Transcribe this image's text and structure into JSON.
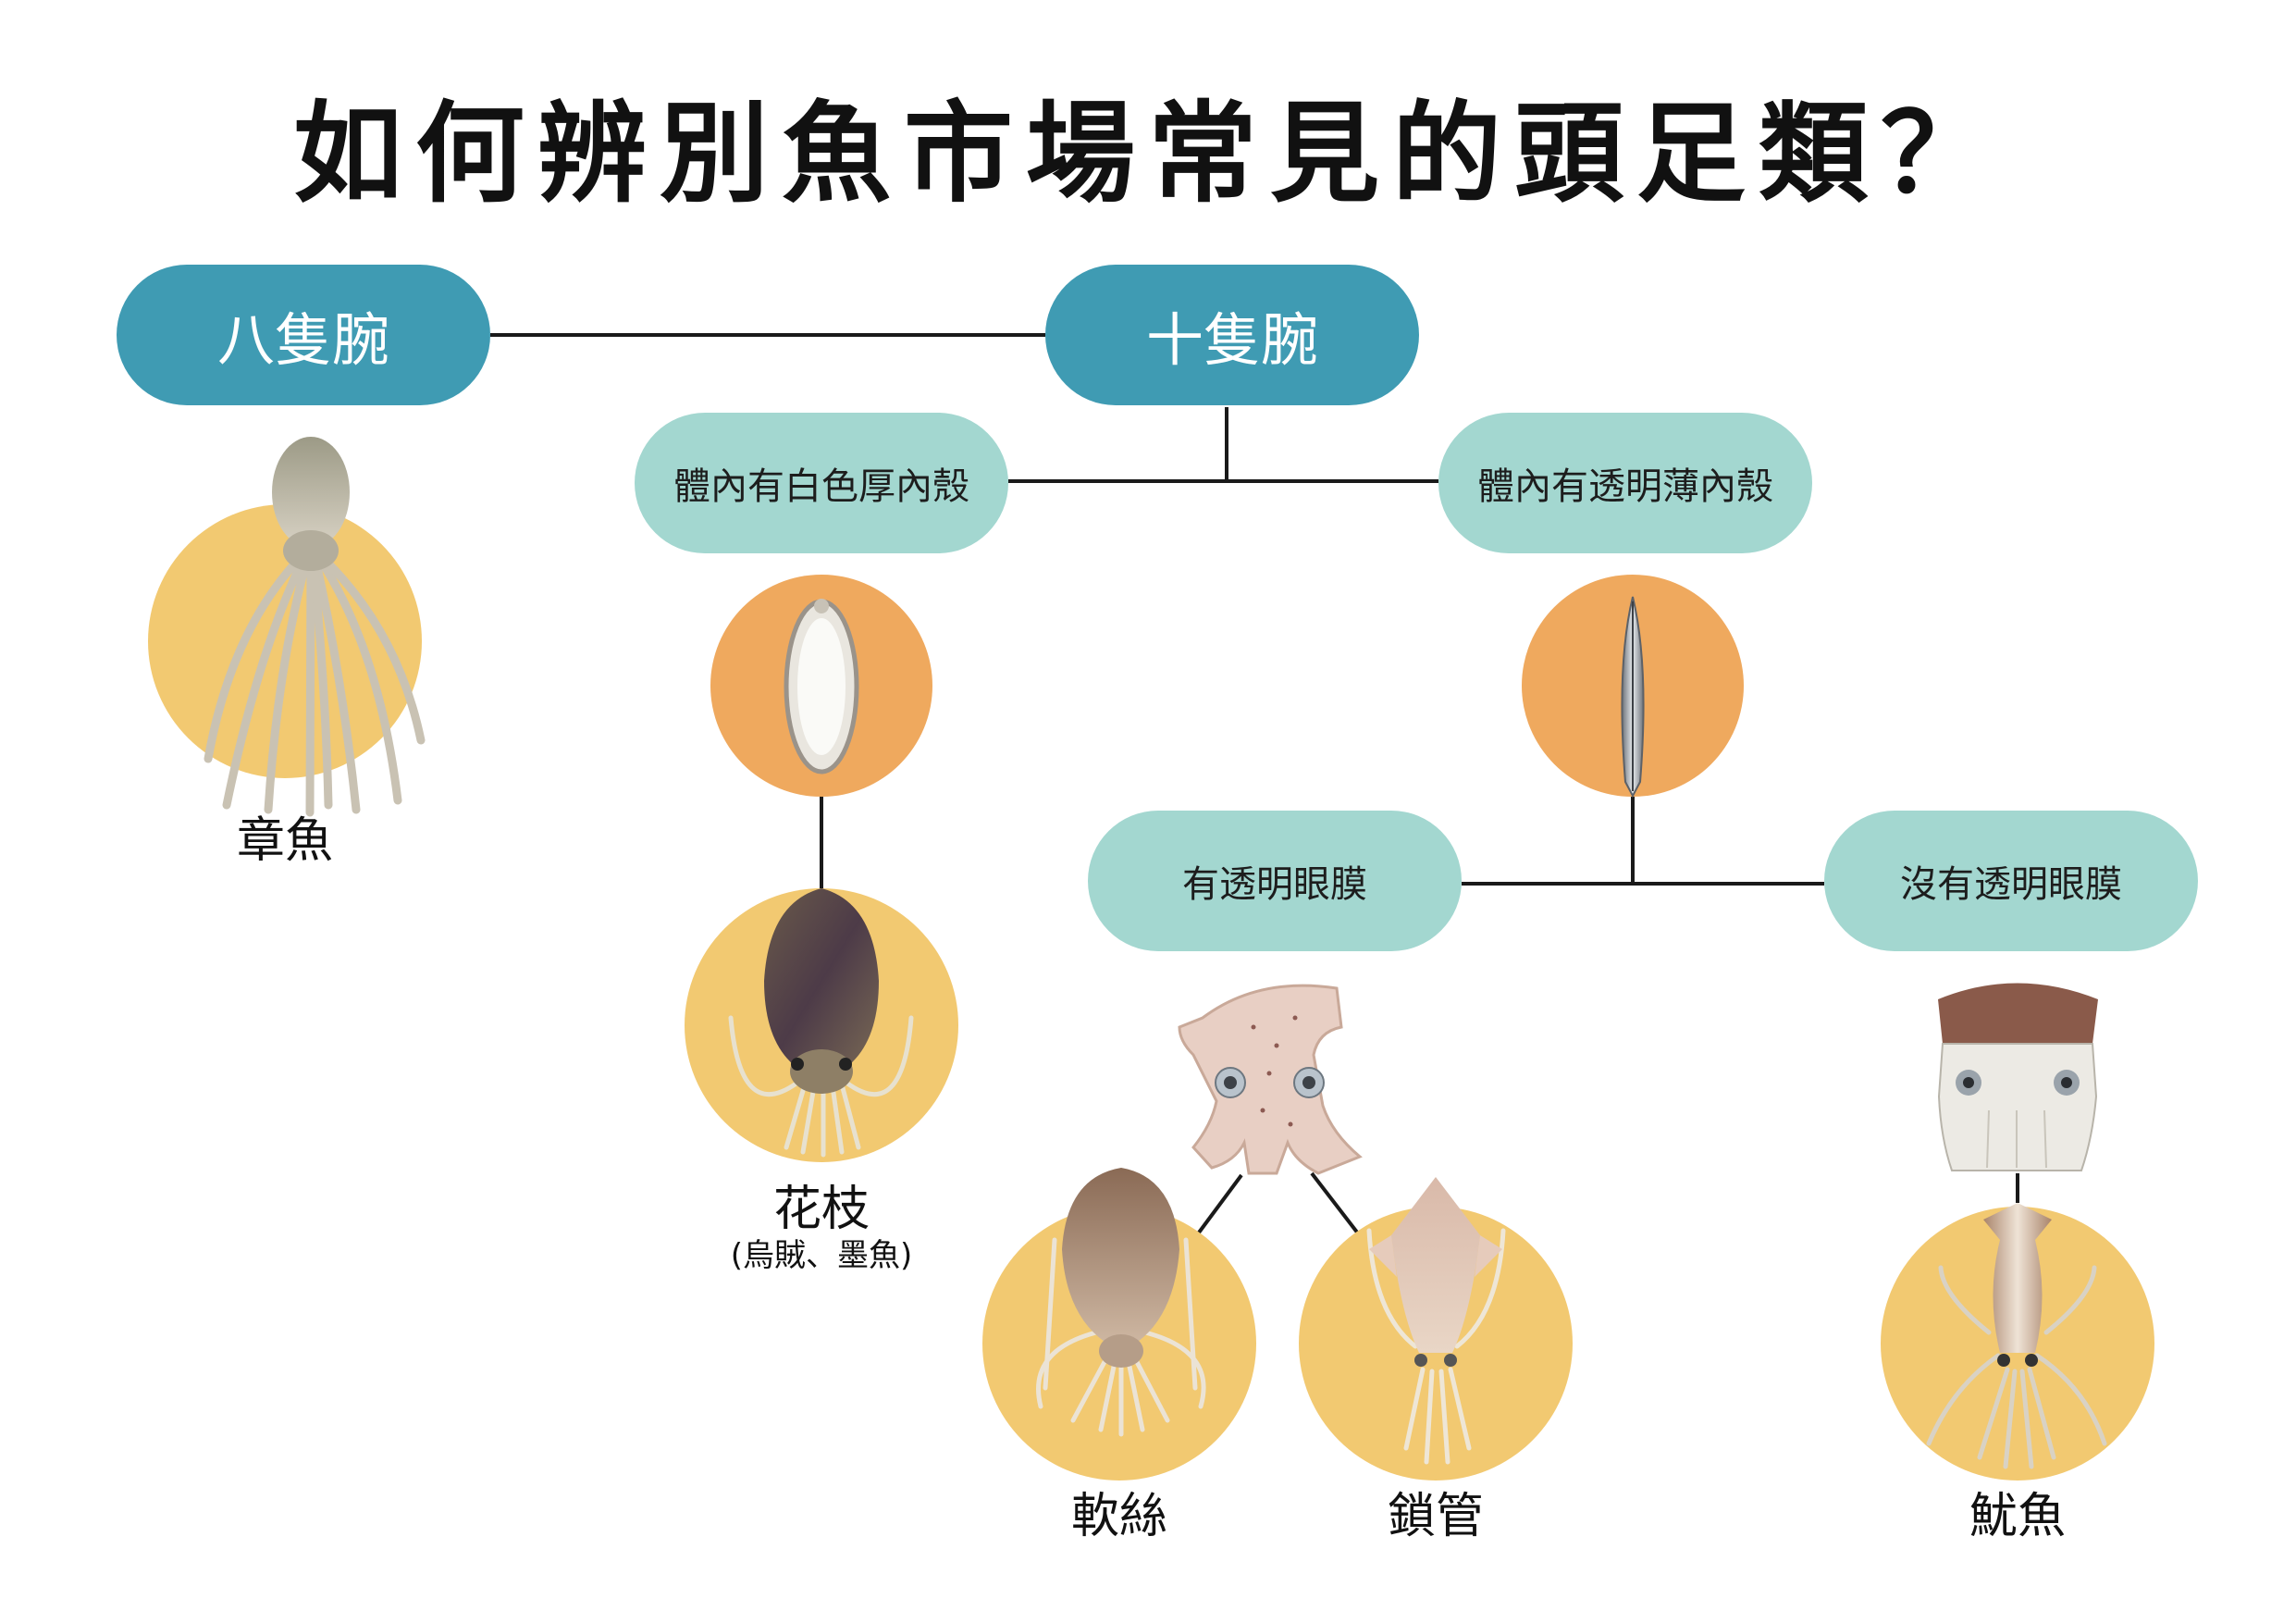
{
  "title": "如何辨別魚市場常見的頭足類？",
  "nodes": {
    "eight_arms": "八隻腕",
    "ten_arms": "十隻腕",
    "thick_shell": "體內有白色厚內殼",
    "thin_shell": "體內有透明薄內殼",
    "with_membrane": "有透明眼膜",
    "without_membrane": "沒有透明眼膜"
  },
  "species": {
    "octopus": "章魚",
    "cuttlefish": "花枝",
    "cuttlefish_alias": "(烏賊、墨魚)",
    "bigfin_squid": "軟絲",
    "loligo_squid": "鎖管",
    "flying_squid": "魷魚"
  },
  "colors": {
    "primary_node": "#3f9bb3",
    "secondary_node": "#a3d7d0",
    "species_circle": "#f2c971",
    "shell_circle": "#efa95e",
    "line": "#1a1a1a"
  }
}
